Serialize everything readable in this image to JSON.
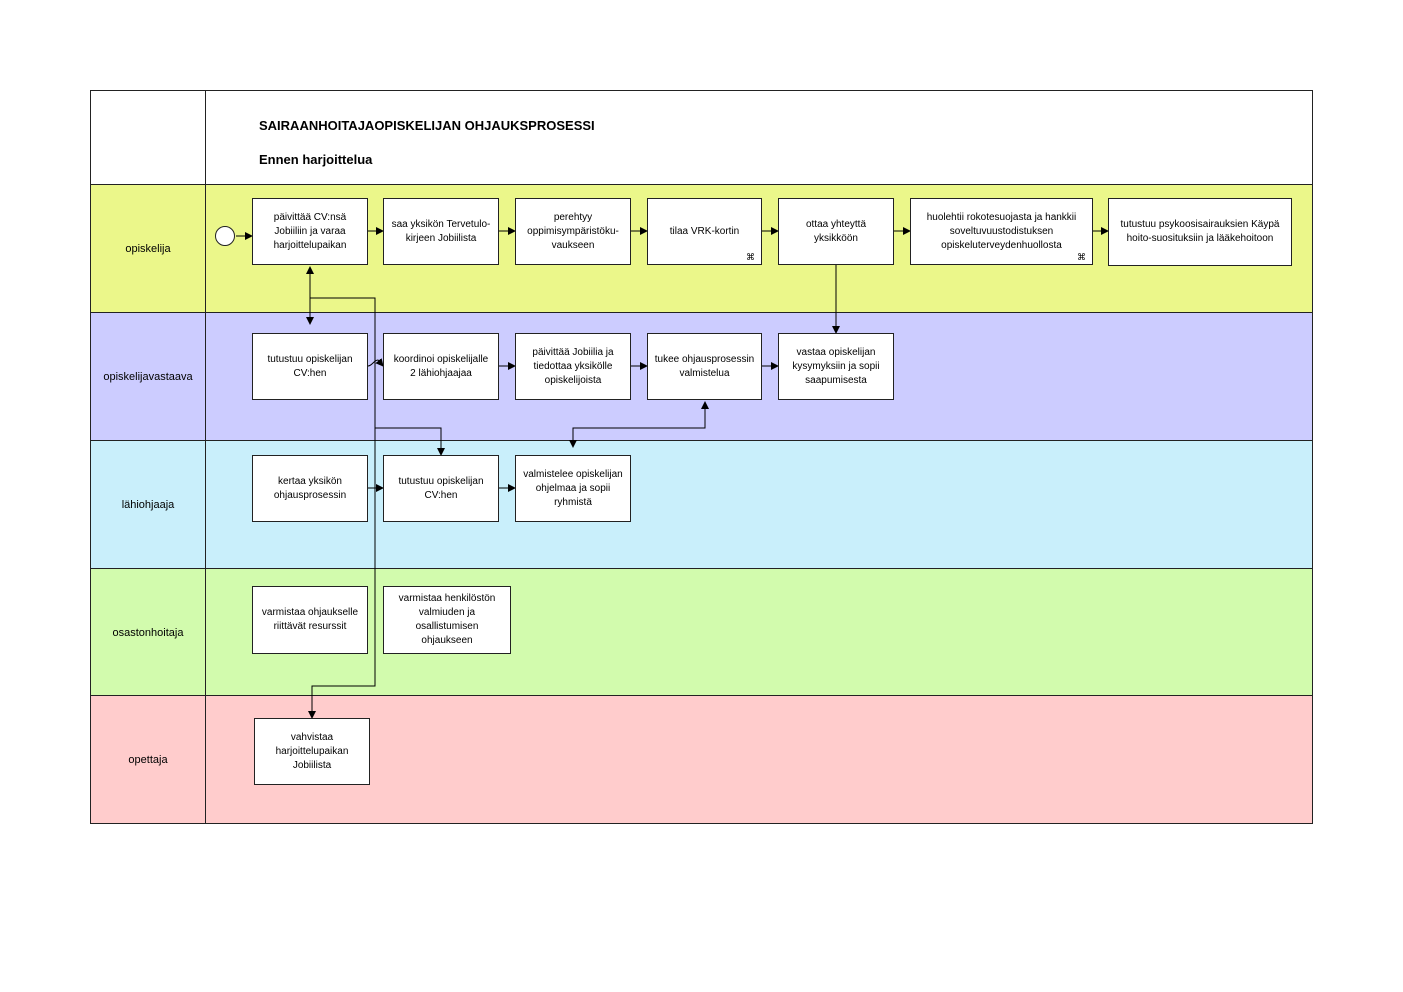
{
  "title": "SAIRAANHOITAJAOPISKELIJAN OHJAUKSPROSESSI",
  "subtitle": "Ennen harjoittelua",
  "lanes": [
    {
      "label": "opiskelija",
      "color": "#ebf78a"
    },
    {
      "label": "opiskelijavastaava",
      "color": "#ccccff"
    },
    {
      "label": "lähiohjaaja",
      "color": "#c9effb"
    },
    {
      "label": "osastonhoitaja",
      "color": "#d2fbad"
    },
    {
      "label": "opettaja",
      "color": "#ffcccc"
    }
  ],
  "boxes": {
    "b1": "päivittää CV:nsä Jobiiliin ja varaa harjoittelupaikan",
    "b2": "saa yksikön Tervetulo-kirjeen Jobiilista",
    "b3": "perehtyy oppimisympäristöku-vaukseen",
    "b4": "tilaa VRK-kortin",
    "b5": "ottaa yhteyttä yksikköön",
    "b6": "huolehtii rokotesuojasta ja hankkii soveltuvuustodistuksen opiskeluterveydenhuollosta",
    "b7": "tutustuu psykoosisairauksien Käypä hoito-suosituksiin ja lääkehoitoon",
    "c1": "tutustuu opiskelijan CV:hen",
    "c2": "koordinoi opiskelijalle 2 lähiohjaajaa",
    "c3": "päivittää Jobiilia ja tiedottaa yksikölle opiskelijoista",
    "c4": "tukee ohjausprosessin valmistelua",
    "c5": "vastaa opiskelijan kysymyksiin ja sopii saapumisesta",
    "d1": "kertaa yksikön ohjausprosessin",
    "d2": "tutustuu opiskelijan CV:hen",
    "d3": "valmistelee opiskelijan ohjelmaa ja sopii ryhmistä",
    "e1": "varmistaa ohjaukselle riittävät resurssit",
    "e2": "varmistaa henkilöstön valmiuden ja osallistumisen ohjaukseen",
    "f1": "vahvistaa harjoittelupaikan Jobiilista"
  },
  "marker_symbol": "⌘"
}
